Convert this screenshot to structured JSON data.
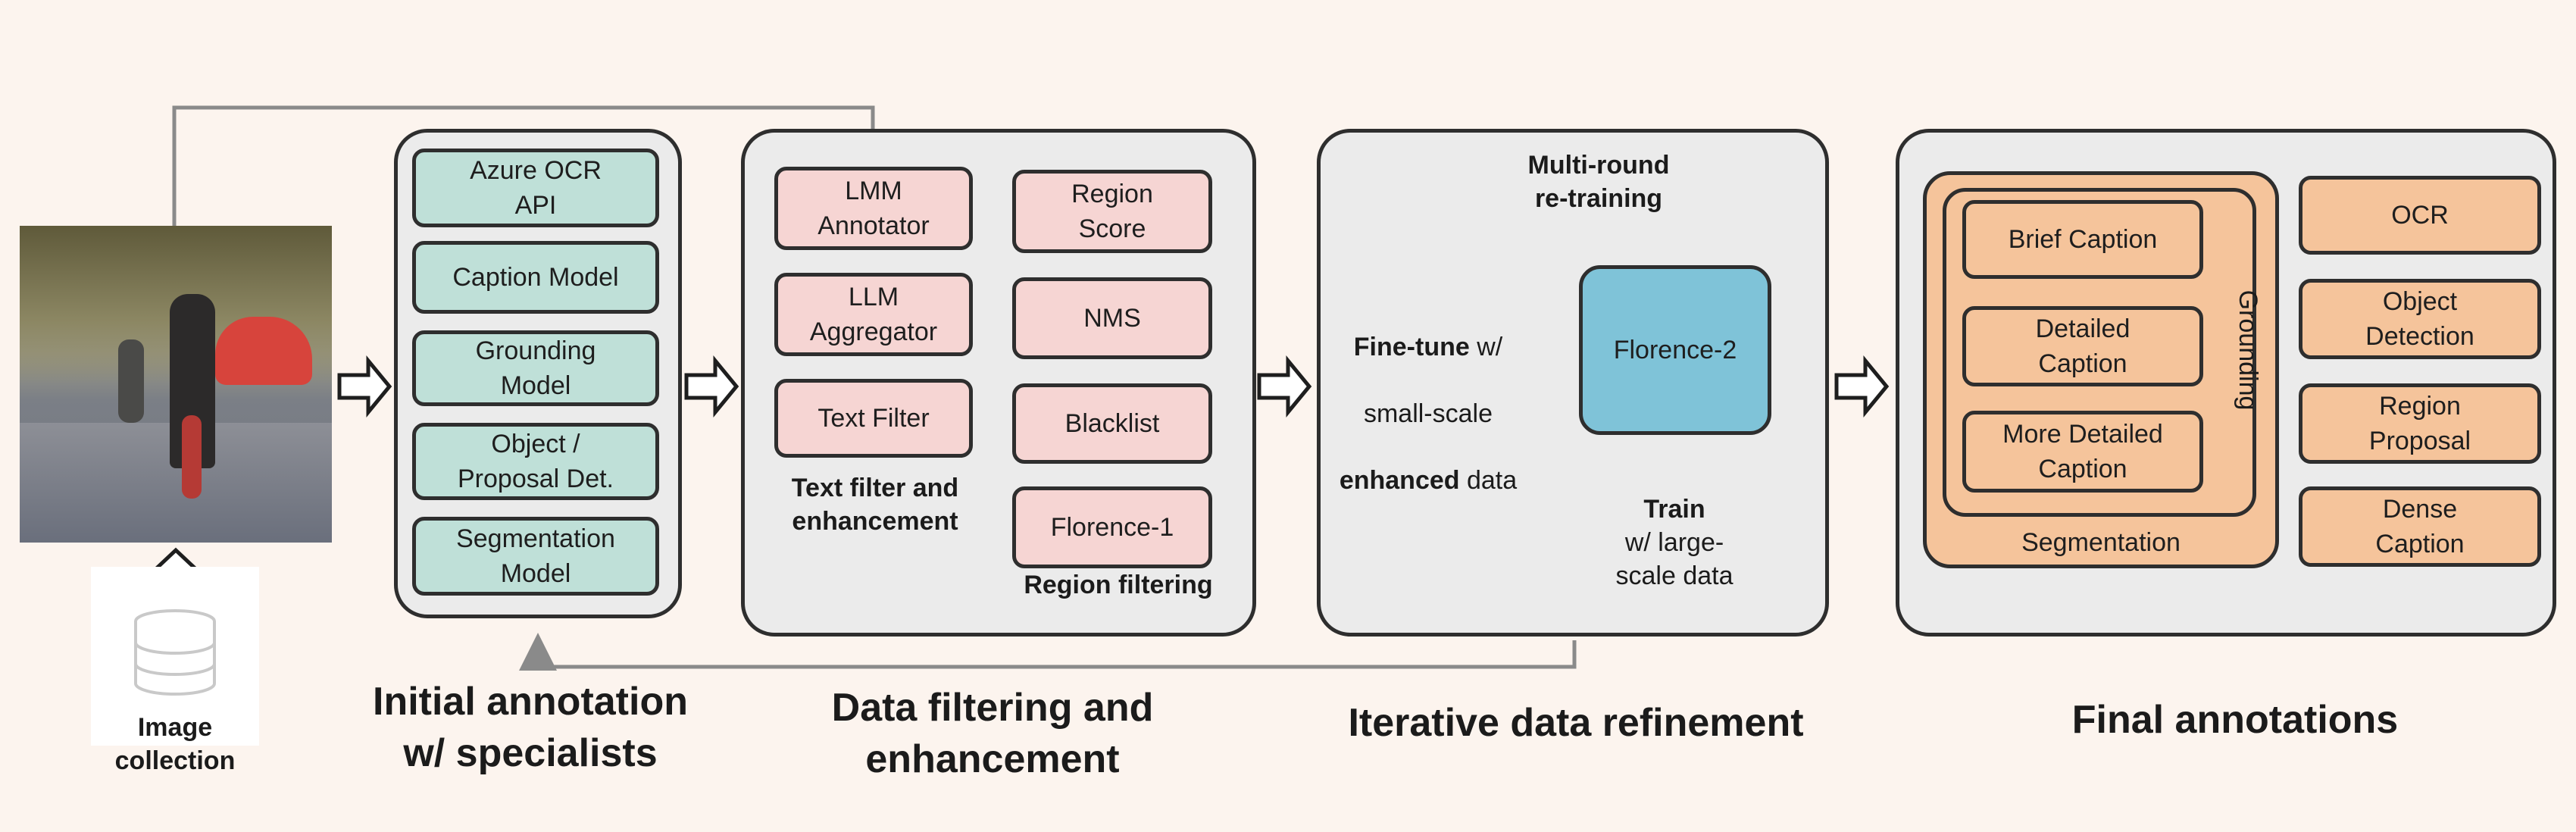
{
  "image_collection": {
    "label": "Image\ncollection"
  },
  "initial": {
    "title": "Initial annotation\nw/ specialists",
    "boxes": [
      "Azure OCR\nAPI",
      "Caption Model",
      "Grounding\nModel",
      "Object /\nProposal Det.",
      "Segmentation\nModel"
    ]
  },
  "filtering": {
    "title": "Data filtering and\nenhancement",
    "left_boxes": [
      "LMM\nAnnotator",
      "LLM\nAggregator",
      "Text Filter"
    ],
    "left_caption": "Text filter and\nenhancement",
    "right_boxes": [
      "Region\nScore",
      "NMS",
      "Blacklist",
      "Florence-1"
    ],
    "right_caption": "Region filtering"
  },
  "refinement": {
    "title": "Iterative data refinement",
    "multi_round": "Multi-round\nre-training",
    "model": "Florence-2",
    "finetune_bold1": "Fine-tune",
    "finetune_rest1": " w/",
    "finetune_line2": "small-scale",
    "finetune_bold3": "enhanced",
    "finetune_rest3": " data",
    "train_bold": "Train",
    "train_rest": "w/ large-\nscale data"
  },
  "final": {
    "title": "Final annotations",
    "captions": [
      "Brief Caption",
      "Detailed\nCaption",
      "More Detailed\nCaption"
    ],
    "grounding": "Grounding",
    "segmentation": "Segmentation",
    "right_boxes": [
      "OCR",
      "Object\nDetection",
      "Region\nProposal",
      "Dense\nCaption"
    ]
  },
  "colors": {
    "teal": "#bfe0d8",
    "pink": "#f6d5d3",
    "orange": "#f5c49b",
    "blue": "#7fc3d8",
    "panel": "#ebebeb"
  }
}
